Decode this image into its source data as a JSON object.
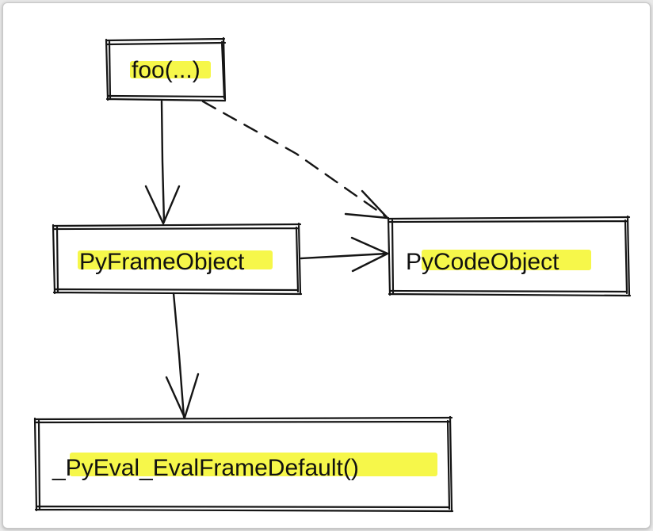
{
  "colors": {
    "highlight": "#f6f74a",
    "ink": "#151515",
    "background": "#ffffff"
  },
  "nodes": [
    {
      "id": "foo",
      "label": "foo(...)"
    },
    {
      "id": "frame",
      "label": "PyFrameObject"
    },
    {
      "id": "code",
      "label": "PyCodeObject"
    },
    {
      "id": "eval",
      "label": "_PyEval_EvalFrameDefault()"
    }
  ],
  "edges": [
    {
      "from": "foo",
      "to": "frame",
      "style": "solid"
    },
    {
      "from": "foo",
      "to": "code",
      "style": "dashed"
    },
    {
      "from": "frame",
      "to": "code",
      "style": "solid"
    },
    {
      "from": "frame",
      "to": "eval",
      "style": "solid"
    }
  ]
}
